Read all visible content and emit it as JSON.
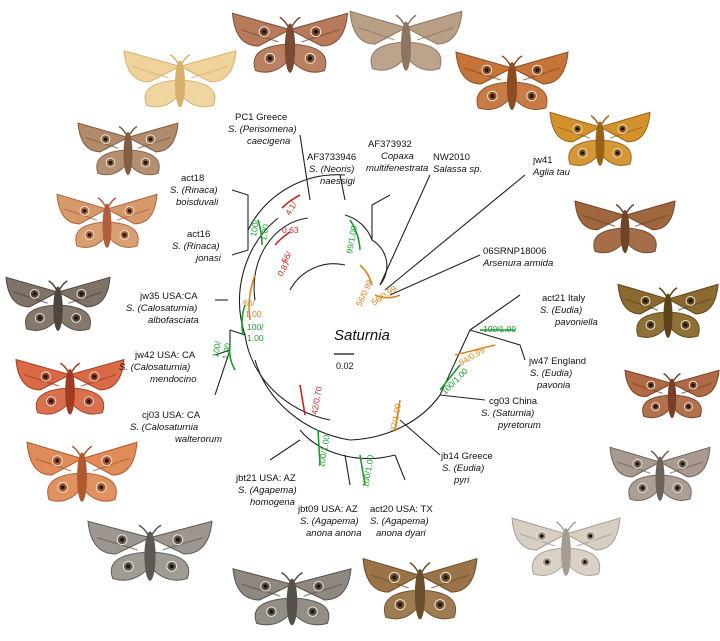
{
  "tree": {
    "center_label": "Saturnia",
    "scale_label": "0.02",
    "taxa": [
      {
        "code": "PC1 Greece",
        "name": "S. (Perisomena)",
        "name2": "caecigena"
      },
      {
        "code": "AF3733946",
        "name": "S. (Neoris)",
        "name2": "naessigi"
      },
      {
        "code": "AF373932",
        "name": "Copaxa",
        "name2": "multifenestrata"
      },
      {
        "code": "NW2010",
        "name": "Salassa sp.",
        "name2": ""
      },
      {
        "code": "jw41",
        "name": "Aglia tau",
        "name2": ""
      },
      {
        "code": "06SRNP18006",
        "name": "Arsenura armida",
        "name2": ""
      },
      {
        "code": "act18",
        "name": "S. (Rinaca)",
        "name2": "boisduvali"
      },
      {
        "code": "act16",
        "name": "S. (Rinaca)",
        "name2": "jonasi"
      },
      {
        "code": "jw35 USA:CA",
        "name": "S. (Calosaturnia)",
        "name2": "albofasciata"
      },
      {
        "code": "jw42 USA: CA",
        "name": "S. (Calosaturnia)",
        "name2": "mendocino"
      },
      {
        "code": "cj03 USA: CA",
        "name": "S. (Calosaturnia",
        "name2": "walterorum"
      },
      {
        "code": "act21 Italy",
        "name": "S. (Eudia)",
        "name2": "pavoniella"
      },
      {
        "code": "jw47 England",
        "name": "S. (Eudia)",
        "name2": "pavonia"
      },
      {
        "code": "cg03 China",
        "name": "S. (Saturnia)",
        "name2": "pyretorum"
      },
      {
        "code": "jb14 Greece",
        "name": "S. (Eudia)",
        "name2": "pyri"
      },
      {
        "code": "jbt21 USA: AZ",
        "name": "S. (Agapema)",
        "name2": "homogena"
      },
      {
        "code": "jbt09 USA: AZ",
        "name": "S. (Agapema)",
        "name2": "anona anona"
      },
      {
        "code": "act20 USA: TX",
        "name": "S. (Agapema)",
        "name2": "anona dyari"
      }
    ],
    "supports": [
      {
        "text": "100/",
        "text2": "1.00",
        "color": "#1a9c2a"
      },
      {
        "text": "4.1/",
        "text2": "0.63",
        "color": "#c8271f"
      },
      {
        "text": "56/",
        "text2": "0.87",
        "color": "#c8271f"
      },
      {
        "text": "99/1.00",
        "text2": "",
        "color": "#1a9c2a"
      },
      {
        "text": "56/0.98",
        "text2": "",
        "color": "#d8861a"
      },
      {
        "text": "56/0.99",
        "text2": "",
        "color": "#d8861a"
      },
      {
        "text": "66/",
        "text2": "1.00",
        "color": "#d8861a"
      },
      {
        "text": "100/",
        "text2": "1.00",
        "color": "#1a9c2a"
      },
      {
        "text": "100/",
        "text2": "1.00",
        "color": "#1a9c2a"
      },
      {
        "text": "100/1.00",
        "text2": "",
        "color": "#1a9c2a"
      },
      {
        "text": "84/0.99",
        "text2": "",
        "color": "#d8861a"
      },
      {
        "text": "100/1.00",
        "text2": "",
        "color": "#1a9c2a"
      },
      {
        "text": "42/0.70",
        "text2": "",
        "color": "#c8271f"
      },
      {
        "text": "87/1.00",
        "text2": "",
        "color": "#d8861a"
      },
      {
        "text": "100/1.00",
        "text2": "",
        "color": "#1a9c2a"
      },
      {
        "text": "100/1.00",
        "text2": "",
        "color": "#1a9c2a"
      }
    ]
  },
  "moths": [
    {
      "icon": "moth-icon",
      "wing": "#b77a5a",
      "dark": "#7b4a33",
      "eye": true
    },
    {
      "icon": "moth-icon",
      "wing": "#b89f86",
      "dark": "#8d7560",
      "eye": false
    },
    {
      "icon": "moth-icon",
      "wing": "#efd39b",
      "dark": "#d8b06d",
      "eye": false
    },
    {
      "icon": "moth-icon",
      "wing": "#c6743a",
      "dark": "#8c4b22",
      "eye": true
    },
    {
      "icon": "moth-icon",
      "wing": "#b08a6a",
      "dark": "#7f5e44",
      "eye": true
    },
    {
      "icon": "moth-icon",
      "wing": "#d4922c",
      "dark": "#9a6218",
      "eye": true
    },
    {
      "icon": "moth-icon",
      "wing": "#d69a6a",
      "dark": "#b05f3c",
      "eye": true
    },
    {
      "icon": "moth-icon",
      "wing": "#a0673f",
      "dark": "#6e4326",
      "eye": false
    },
    {
      "icon": "moth-icon",
      "wing": "#7f7266",
      "dark": "#4e463e",
      "eye": true
    },
    {
      "icon": "moth-icon",
      "wing": "#8a6a2e",
      "dark": "#5c4418",
      "eye": true
    },
    {
      "icon": "moth-icon",
      "wing": "#d96a45",
      "dark": "#9e3d22",
      "eye": true
    },
    {
      "icon": "moth-icon",
      "wing": "#b06a45",
      "dark": "#7a4024",
      "eye": true
    },
    {
      "icon": "moth-icon",
      "wing": "#df8c58",
      "dark": "#b0582e",
      "eye": true
    },
    {
      "icon": "moth-icon",
      "wing": "#a89a90",
      "dark": "#6f625a",
      "eye": true
    },
    {
      "icon": "moth-icon",
      "wing": "#9d9690",
      "dark": "#5e5853",
      "eye": true
    },
    {
      "icon": "moth-icon",
      "wing": "#d8cfc4",
      "dark": "#a89c90",
      "eye": true
    },
    {
      "icon": "moth-icon",
      "wing": "#8e8880",
      "dark": "#55504a",
      "eye": true
    },
    {
      "icon": "moth-icon",
      "wing": "#9a7448",
      "dark": "#6b4e2c",
      "eye": true
    }
  ]
}
